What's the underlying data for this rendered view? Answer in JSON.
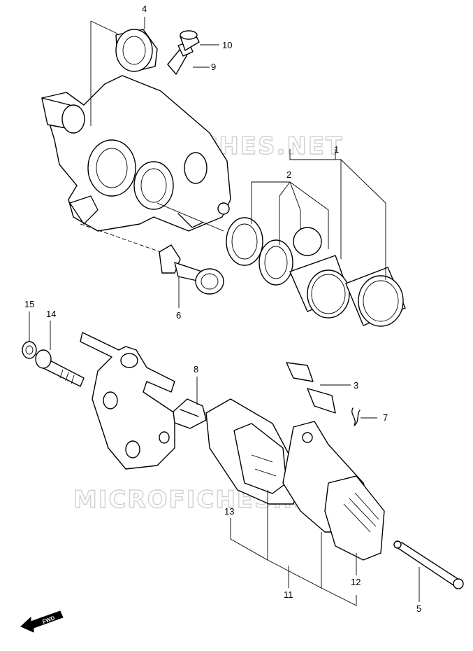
{
  "watermarks": [
    "MICROFICHES.NET",
    "MICROFICHES.NET"
  ],
  "direction_badge": "FWD",
  "callouts": [
    "1",
    "2",
    "3",
    "4",
    "5",
    "6",
    "7",
    "8",
    "9",
    "10",
    "11",
    "12",
    "13",
    "14",
    "15"
  ]
}
